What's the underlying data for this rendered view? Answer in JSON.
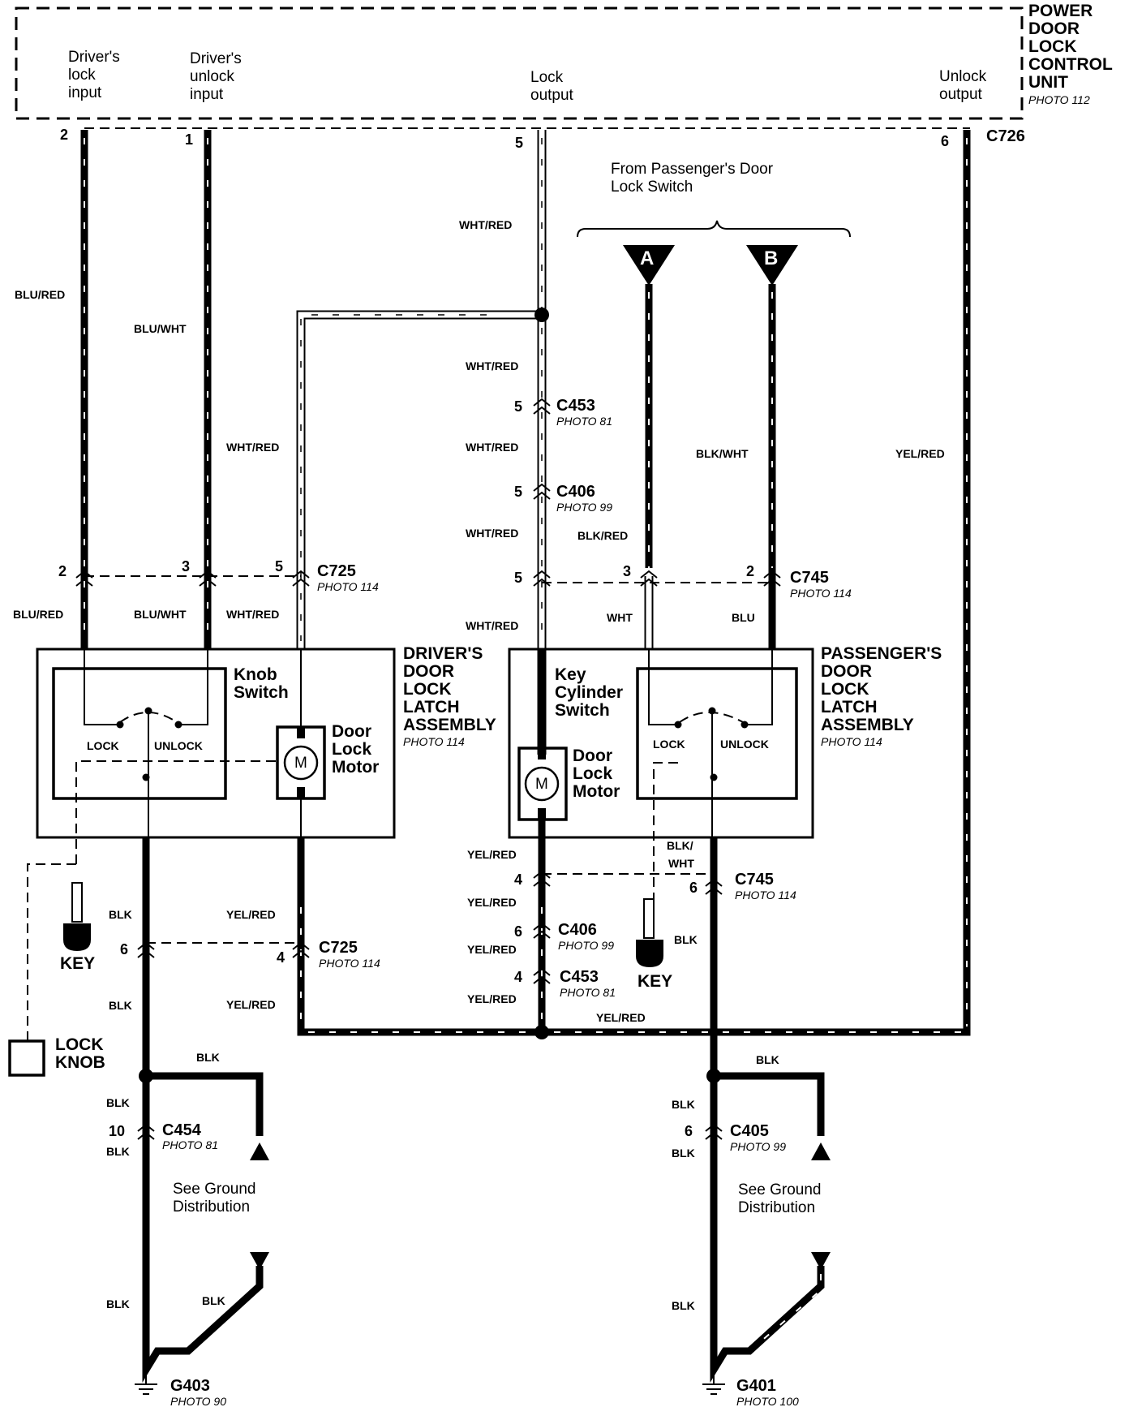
{
  "control_unit": {
    "title": [
      "POWER",
      "DOOR",
      "LOCK",
      "CONTROL",
      "UNIT"
    ],
    "photo": "PHOTO 112",
    "inputs": {
      "drivers_lock": [
        "Driver's",
        "lock",
        "input"
      ],
      "drivers_unlock": [
        "Driver's",
        "unlock",
        "input"
      ],
      "lock_output": [
        "Lock",
        "output"
      ],
      "unlock_output": [
        "Unlock",
        "output"
      ]
    },
    "connector": "C726",
    "pins": [
      "2",
      "1",
      "5",
      "6"
    ]
  },
  "passenger_switch": {
    "label": [
      "From Passenger's Door",
      "Lock Switch"
    ],
    "connector_a": "A",
    "connector_b": "B"
  },
  "wires": {
    "blu_red": "BLU/RED",
    "blu_wht": "BLU/WHT",
    "wht_red": "WHT/RED",
    "blk_wht": "BLK/WHT",
    "blk_red": "BLK/RED",
    "yel_red": "YEL/RED",
    "wht": "WHT",
    "blu": "BLU",
    "blk": "BLK",
    "blk_slash": "BLK/",
    "wht_plain": "WHT"
  },
  "connectors": {
    "c453": {
      "name": "C453",
      "photo": "PHOTO 81",
      "pin_upper": "5",
      "pin_lower": "4"
    },
    "c406": {
      "name": "C406",
      "photo": "PHOTO 99",
      "pin_upper": "5",
      "pin_lower": "6"
    },
    "c725_upper": {
      "name": "C725",
      "photo": "PHOTO 114",
      "pins": [
        "2",
        "3",
        "5"
      ]
    },
    "c745_upper": {
      "name": "C745",
      "photo": "PHOTO 114",
      "pins": [
        "5",
        "3",
        "2"
      ]
    },
    "c725_lower": {
      "name": "C725",
      "photo": "PHOTO 114",
      "pins": [
        "6",
        "4"
      ]
    },
    "c745_lower": {
      "name": "C745",
      "photo": "PHOTO 114",
      "pins": [
        "4",
        "6"
      ]
    },
    "c454": {
      "name": "C454",
      "photo": "PHOTO 81",
      "pin": "10"
    },
    "c405": {
      "name": "C405",
      "photo": "PHOTO 99",
      "pin": "6"
    }
  },
  "drivers_assembly": {
    "title": [
      "DRIVER'S",
      "DOOR",
      "LOCK",
      "LATCH",
      "ASSEMBLY"
    ],
    "photo": "PHOTO 114",
    "knob_switch": [
      "Knob",
      "Switch"
    ],
    "lock": "LOCK",
    "unlock": "UNLOCK",
    "motor": [
      "Door",
      "Lock",
      "Motor"
    ],
    "motor_symbol": "M"
  },
  "passengers_assembly": {
    "title": [
      "PASSENGER'S",
      "DOOR",
      "LOCK",
      "LATCH",
      "ASSEMBLY"
    ],
    "photo": "PHOTO 114",
    "key_cylinder": [
      "Key",
      "Cylinder",
      "Switch"
    ],
    "lock": "LOCK",
    "unlock": "UNLOCK",
    "motor": [
      "Door",
      "Lock",
      "Motor"
    ],
    "motor_symbol": "M"
  },
  "key_label": "KEY",
  "lock_knob": [
    "LOCK",
    "KNOB"
  ],
  "ground_note": [
    "See Ground",
    "Distribution"
  ],
  "grounds": {
    "g403": {
      "name": "G403",
      "photo": "PHOTO 90"
    },
    "g401": {
      "name": "G401",
      "photo": "PHOTO 100"
    }
  }
}
